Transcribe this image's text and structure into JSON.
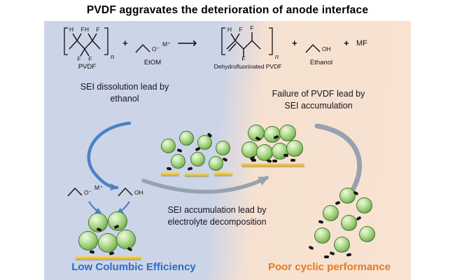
{
  "title": "PVDF aggravates the deterioration of anode interface",
  "reaction": {
    "plus": "+",
    "arrow": "⟶",
    "labels": {
      "pvdf": "PVDF",
      "etom": "EtOM",
      "dhf_pvdf": "Dehydrofluorinated PVDF",
      "ethanol": "Ethanol",
      "mf": "MF"
    },
    "atoms": {
      "h": "H",
      "f": "F",
      "o_minus": "O⁻",
      "m_plus": "M⁺",
      "oh": "OH",
      "n": "n"
    }
  },
  "captions": {
    "sei_dissolution_line1": "SEI dissolution lead by",
    "sei_dissolution_line2": "ethanol",
    "pvdf_failure_line1": "Failure of PVDF lead by",
    "pvdf_failure_line2": "SEI accumulation",
    "sei_accumulation_line1": "SEI accumulation lead by",
    "sei_accumulation_line2": "electrolyte decomposition"
  },
  "footer": {
    "low_ce": "Low Columbic Efficiency",
    "poor_cyclic": "Poor cyclic performance"
  },
  "colors": {
    "left_bg": "#ccd4e7",
    "right_bg": "#f8e3d2",
    "blue_accent": "#2f6bc4",
    "orange_accent": "#e87a1e",
    "particle_green": "#6fae52",
    "substrate_gold": "#e6c34a",
    "arrow_gray": "#97a2b0",
    "arrow_blue": "#4a82c4"
  }
}
